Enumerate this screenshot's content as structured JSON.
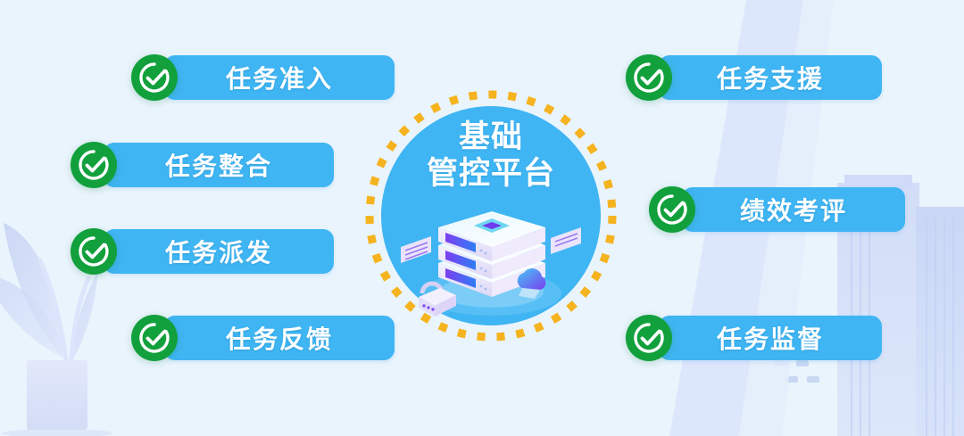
{
  "background": {
    "color": "#eaf4fd",
    "decorations": [
      {
        "name": "potted-plant",
        "side": "left",
        "color": "#c8d4f2"
      },
      {
        "name": "city-buildings",
        "side": "right",
        "color": "#ccd9f5"
      }
    ]
  },
  "hub": {
    "title_line1": "基础",
    "title_line2": "管控平台",
    "disc_color": "#3fb5f3",
    "dash_color": "#f5b320",
    "text_color": "#ffffff",
    "illustration": "server-rack-icon"
  },
  "nodes": {
    "check_icon": "check-circle-icon",
    "check_color": "#12a03c",
    "pill_color": "#3fb5f3",
    "pill_text_color": "#ffffff",
    "left": [
      {
        "label": "任务准入"
      },
      {
        "label": "任务整合"
      },
      {
        "label": "任务派发"
      },
      {
        "label": "任务反馈"
      }
    ],
    "right": [
      {
        "label": "任务支援"
      },
      {
        "label": "绩效考评"
      },
      {
        "label": "任务监督"
      }
    ]
  }
}
